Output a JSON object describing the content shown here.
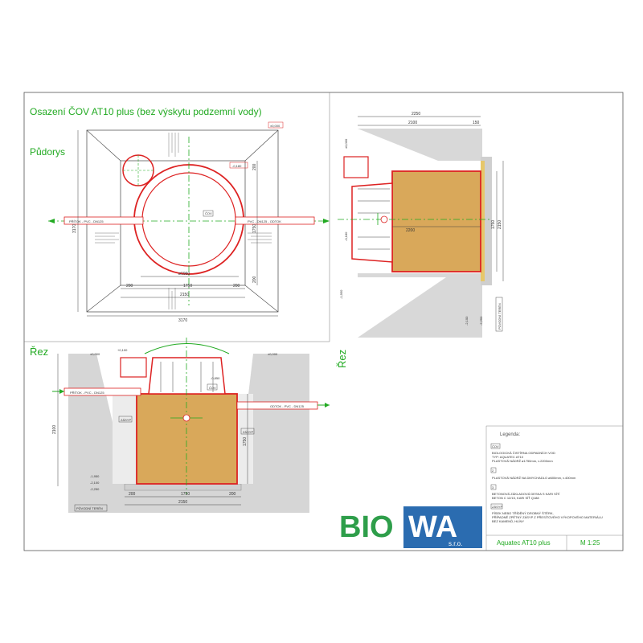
{
  "drawing": {
    "title": "Osazení ČOV AT10 plus (bez výskytu podzemní vody)",
    "plan_label": "Půdorys",
    "section_label_left": "Řez",
    "section_label_right": "Řez"
  },
  "plan": {
    "top_level": "±0,000",
    "level_tag": "-0,180",
    "pipe_left": "PŘÍTOK - PVC - DN125",
    "pipe_right": "PVC - DN125 - ODTOK",
    "tank_tag": "ČOV",
    "diameter_inner": "ø1960",
    "dims_bottom": [
      "200",
      "1750",
      "200"
    ],
    "dim_2150": "2150",
    "dim_3170": "3170",
    "dim_side_3170": "3170",
    "dims_right": [
      "200",
      "1750",
      "200"
    ]
  },
  "right_section": {
    "dim_2250": "2250",
    "dim_2100": "2100",
    "dim_150": "150",
    "dim_2200": "2200",
    "dim_1750": "1750",
    "dim_2150": "2150",
    "levels": [
      "±0,000",
      "-0,180",
      "-1,950",
      "-2,100",
      "-2,250"
    ],
    "terrain_tag": "PŮVODNÍ TERÉN"
  },
  "left_section": {
    "levels": [
      "±0,000",
      "+0,100",
      "-0,850",
      "-1,950",
      "-2,100",
      "-2,250"
    ],
    "pipe_left": "PŘÍTOK - PVC - DN125",
    "pipe_right": "ODTOK - PVC - DN125",
    "tags": [
      "ZÁSYP",
      "ZÁSYP",
      "ČOV"
    ],
    "dims_bottom": [
      "200",
      "1750",
      "200"
    ],
    "dim_2150": "2150",
    "dim_height": "2100",
    "dim_1750": "1750",
    "terrain_tag": "PŮVODNÍ TERÉN"
  },
  "legend": {
    "title": "Legenda:",
    "items": [
      {
        "tag": "ČOV",
        "lines": [
          "BIOLOGICKÁ ČISTÍRNA ODPADNÍCH VOD",
          "TYP: AQUATEC AT10",
          "PLASTOVÁ NÁDRŽ ø1750mm, v.2200mm"
        ]
      },
      {
        "tag": "2",
        "lines": [
          "PLASTOVÁ NÁDRŽ NA DMYCHADLO ø600mm, v.400mm"
        ]
      },
      {
        "tag": "3",
        "lines": [
          "BETONOVÁ ZÁKLADOVÁ DESKA S KARI SÍTÍ",
          "BETON C 12/15, KARI SÍŤ Q188"
        ]
      },
      {
        "tag": "ZÁSYP",
        "lines": [
          "PÍSEK NEBO TŘÍDĚNÝ DROBNÝ ŠTĚRK,",
          "PŘÍPADNĚ ZPĚTNÝ ZÁSYP Z PŘESÍTOVÉHO VÝKOPOVÉHO MATERIÁLU",
          "BEZ KAMENŮ, HLÍNY"
        ]
      }
    ]
  },
  "titleblock": {
    "logo_text_a": "BIO",
    "logo_text_b": "WA",
    "logo_sub": "s.r.o.",
    "product": "Aquatec AT10 plus",
    "scale": "M 1:25"
  },
  "colors": {
    "title_green": "#22aa22",
    "tank_red": "#dd2222",
    "tank_fill": "#d9a85a",
    "axis_green": "#22aa22",
    "logo_green": "#2e9e4a",
    "logo_blue": "#2b6cb0",
    "soil_gray": "#c8c8c8"
  }
}
